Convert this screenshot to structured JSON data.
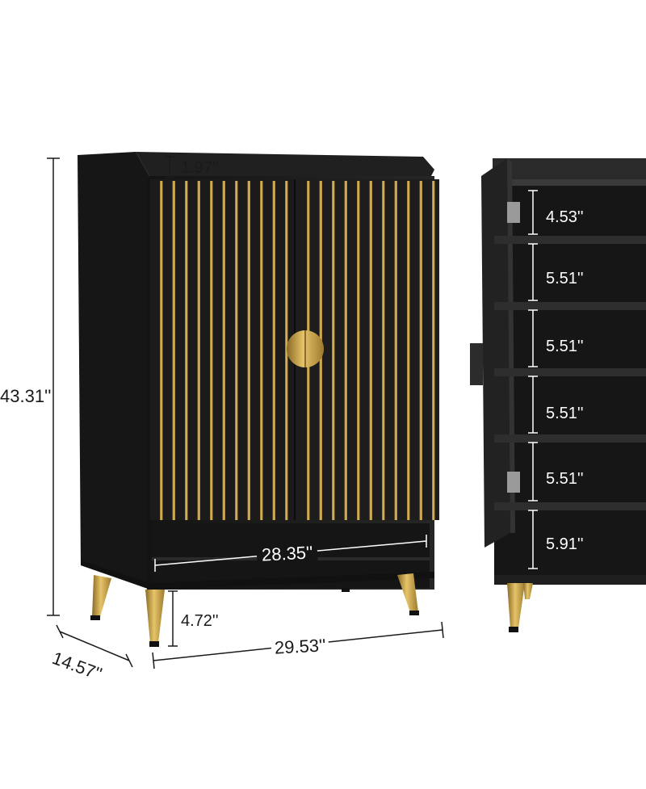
{
  "dimensions": {
    "top_gap": "1.97''",
    "height": "43.31''",
    "depth": "14.57''",
    "width": "29.53''",
    "inner_width": "28.35''",
    "leg_height": "4.72''"
  },
  "shelf_heights": [
    "4.53''",
    "5.51''",
    "5.51''",
    "5.51''",
    "5.51''",
    "5.91''"
  ],
  "colors": {
    "cabinet": "#1c1c1c",
    "gold": "#c9a34a",
    "background": "#ffffff"
  }
}
